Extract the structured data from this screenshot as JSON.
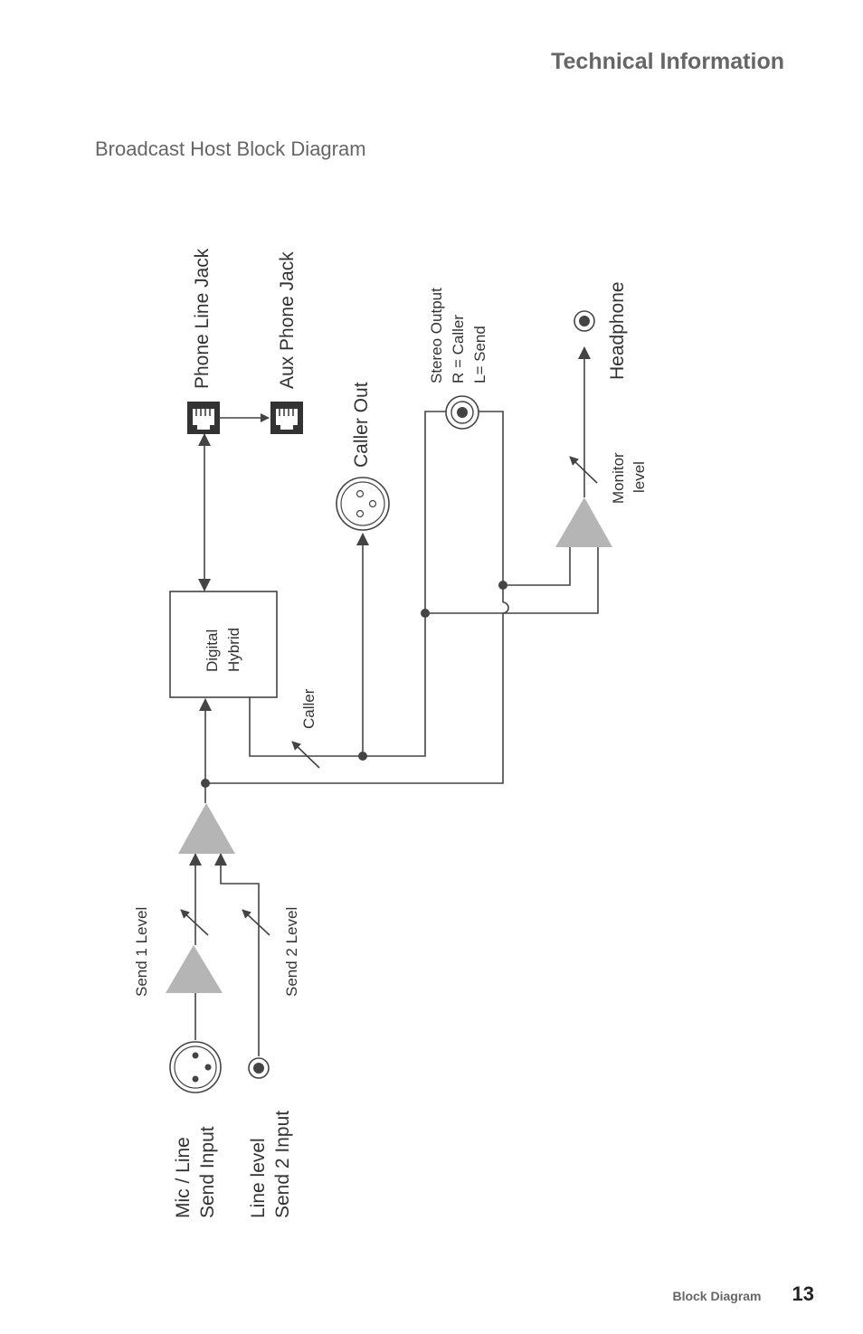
{
  "header": {
    "title": "Technical Information"
  },
  "diagram": {
    "title": "Broadcast Host Block Diagram",
    "labels": {
      "phone_line_jack": "Phone Line Jack",
      "aux_phone_jack": "Aux Phone Jack",
      "caller_out": "Caller Out",
      "stereo_output": "Stereo Output",
      "stereo_r": "R = Caller",
      "stereo_l": "L= Send",
      "headphone": "Headphone",
      "monitor_level_1": "Monitor",
      "monitor_level_2": "level",
      "digital_hybrid_1": "Digital",
      "digital_hybrid_2": "Hybrid",
      "caller": "Caller",
      "send1_level": "Send 1 Level",
      "send2_level": "Send 2 Level",
      "mic_line_1": "Mic / Line",
      "mic_line_2": "Send Input",
      "line_level_1": "Line level",
      "line_level_2": "Send 2 Input"
    }
  },
  "footer": {
    "section": "Block Diagram",
    "page": "13"
  }
}
